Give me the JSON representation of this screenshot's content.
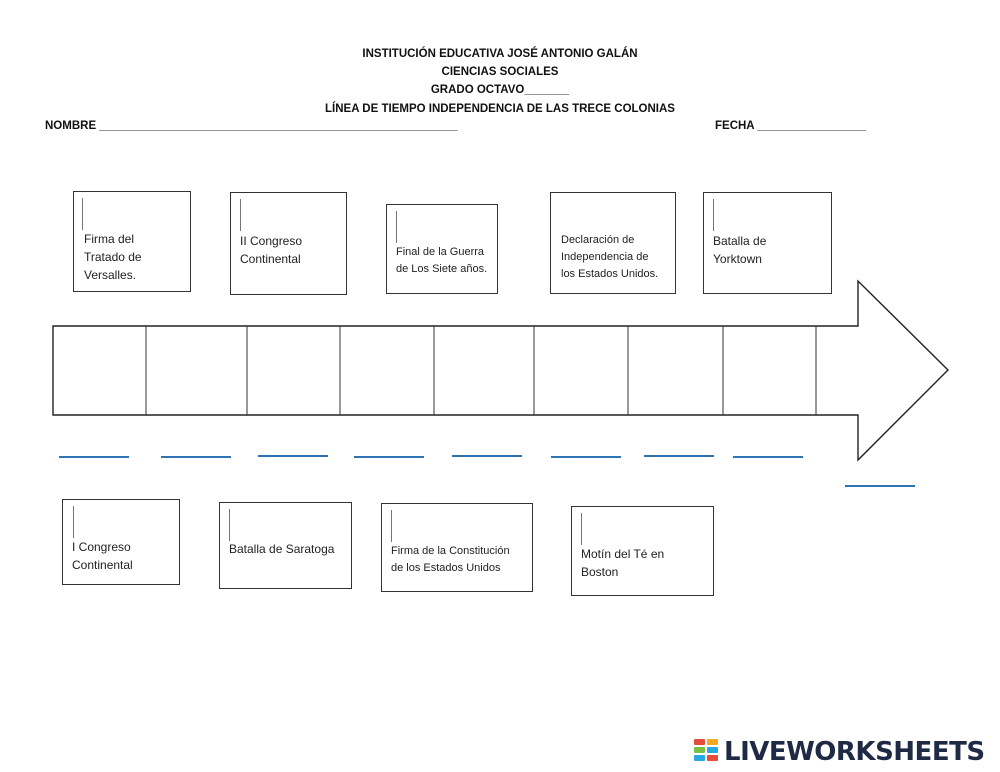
{
  "header": {
    "school": "INSTITUCIÓN EDUCATIVA JOSÉ ANTONIO GALÁN",
    "subject": "CIENCIAS SOCIALES",
    "grade": "GRADO OCTAVO_______",
    "title": "LÍNEA DE TIEMPO INDEPENDENCIA DE LAS TRECE COLONIAS",
    "name_label": "NOMBRE ________________________________________________________",
    "date_label": "FECHA _________________"
  },
  "top_events": [
    {
      "line1": "Firma del",
      "line2": "Tratado de",
      "line3": "Versalles."
    },
    {
      "line1": "II Congreso",
      "line2": "Continental",
      "line3": ""
    },
    {
      "line1": "Final de la Guerra",
      "line2": "de Los Siete años.",
      "line3": ""
    },
    {
      "line1": "Declaración de",
      "line2": "Independencia de",
      "line3": "los Estados Unidos."
    },
    {
      "line1": "Batalla de",
      "line2": "Yorktown",
      "line3": ""
    }
  ],
  "bottom_events": [
    {
      "line1": "I Congreso",
      "line2": "Continental"
    },
    {
      "line1": "Batalla de Saratoga",
      "line2": ""
    },
    {
      "line1": "Firma de la Constitución",
      "line2": "de los Estados Unidos"
    },
    {
      "line1": "Motín del Té en",
      "line2": "Boston"
    }
  ],
  "answer_blanks": 9,
  "brand": {
    "name": "LIVEWORKSHEETS"
  },
  "colors": {
    "blank_line": "#2e74b5",
    "brand_text": "#1f2a44"
  }
}
